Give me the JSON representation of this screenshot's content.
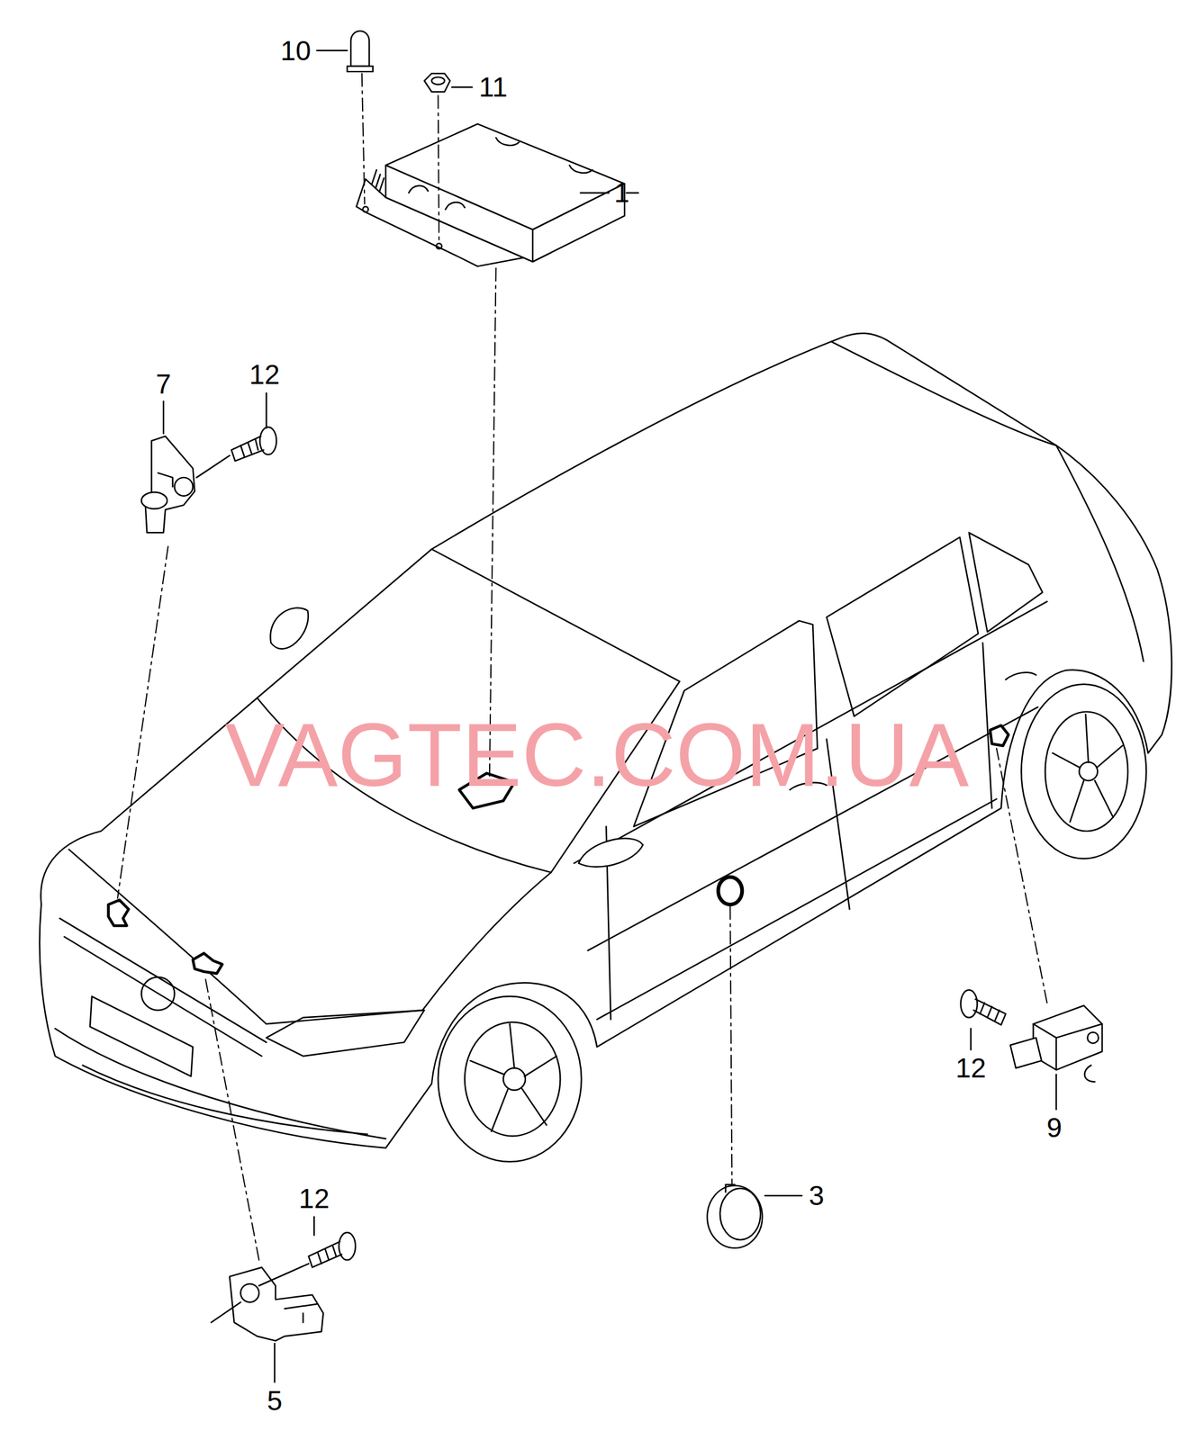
{
  "diagram": {
    "labels": [
      "10",
      "11",
      "1",
      "7",
      "12",
      "VAGTEC.COM.UA",
      "12",
      "9",
      "3",
      "12",
      "5"
    ]
  }
}
